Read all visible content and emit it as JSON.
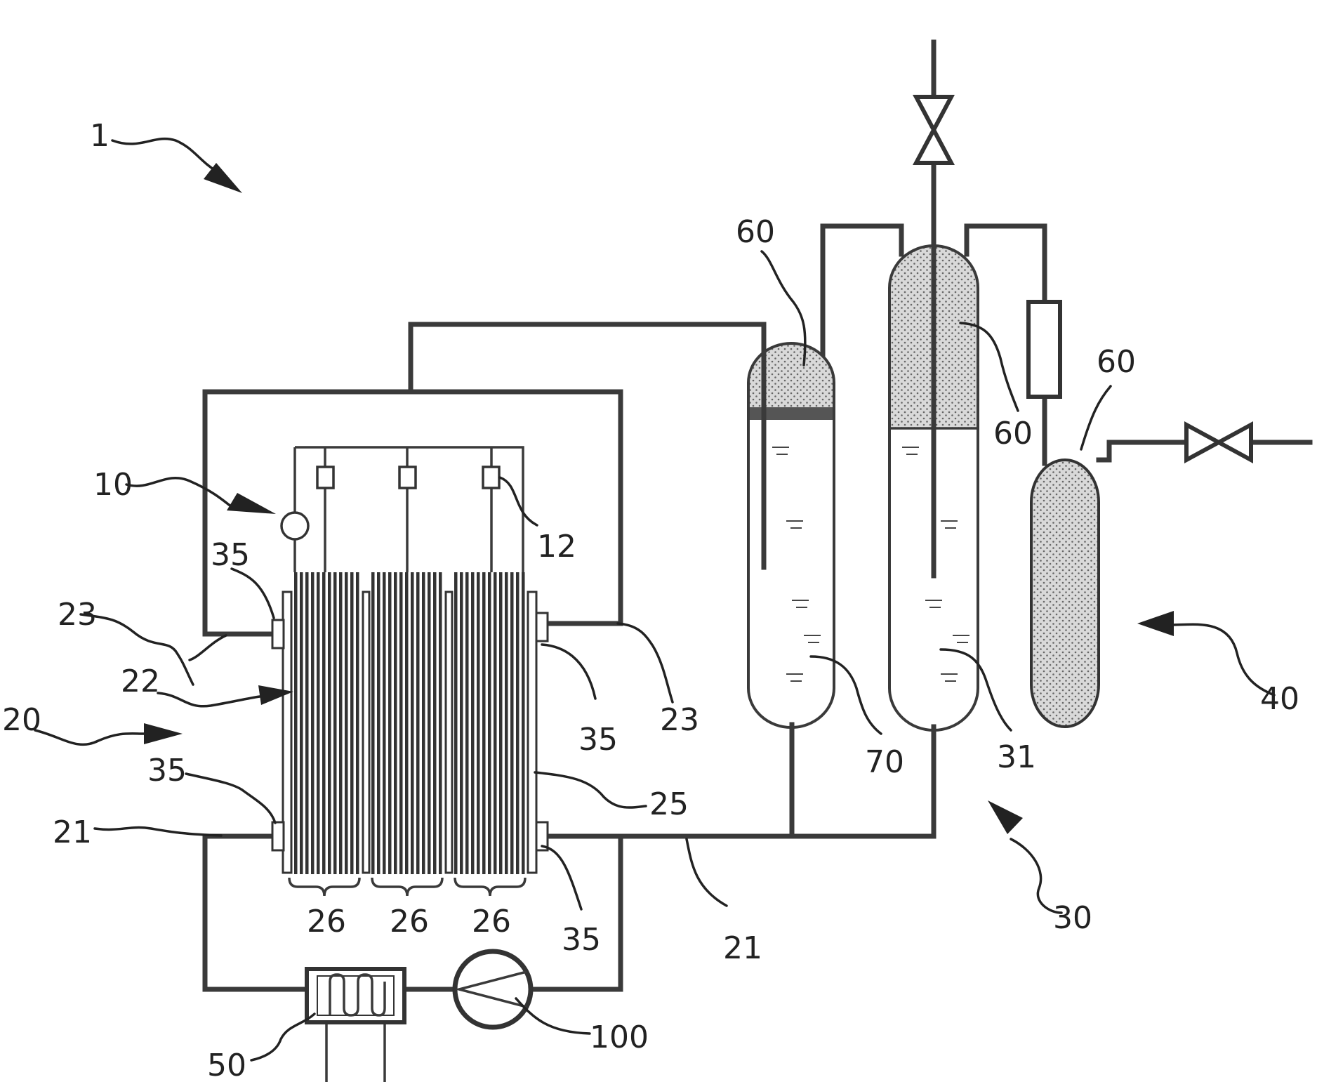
{
  "figure": {
    "labels": {
      "system": "1",
      "electrolyser": "10",
      "sensor": "12",
      "stack": "20",
      "pipe_lower": "21",
      "stack_body": "22",
      "pipe_upper": "23",
      "end_plate": "25",
      "cell_group": "26",
      "separator_section": "30",
      "separator_vessel": "31",
      "seal": "35",
      "tank_section": "40",
      "heat_exchanger": "50",
      "gas_region": "60",
      "second_vessel": "70",
      "pump": "100"
    }
  }
}
